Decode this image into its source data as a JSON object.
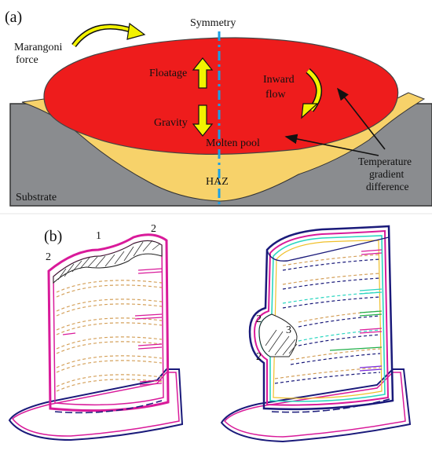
{
  "panel_a": {
    "label": "(a)",
    "symmetry": "Symmetry",
    "marangoni_line1": "Marangoni",
    "marangoni_line2": "force",
    "floatage": "Floatage",
    "gravity": "Gravity",
    "inward_line1": "Inward",
    "inward_line2": "flow",
    "molten_pool": "Molten pool",
    "haz": "HAZ",
    "substrate": "Substrate",
    "temp_line1": "Temperature",
    "temp_line2": "gradient",
    "temp_line3": "difference"
  },
  "panel_b": {
    "label": "(b)",
    "left_marks": [
      "1",
      "2",
      "2"
    ],
    "right_marks": [
      "2",
      "3",
      "2"
    ]
  },
  "colors": {
    "pool": "#ee1c1c",
    "haz": "#f7d26a",
    "substrate": "#8a8c8f",
    "symmetry_line": "#1aa0e6",
    "arrow_yellow": "#f2f200"
  }
}
